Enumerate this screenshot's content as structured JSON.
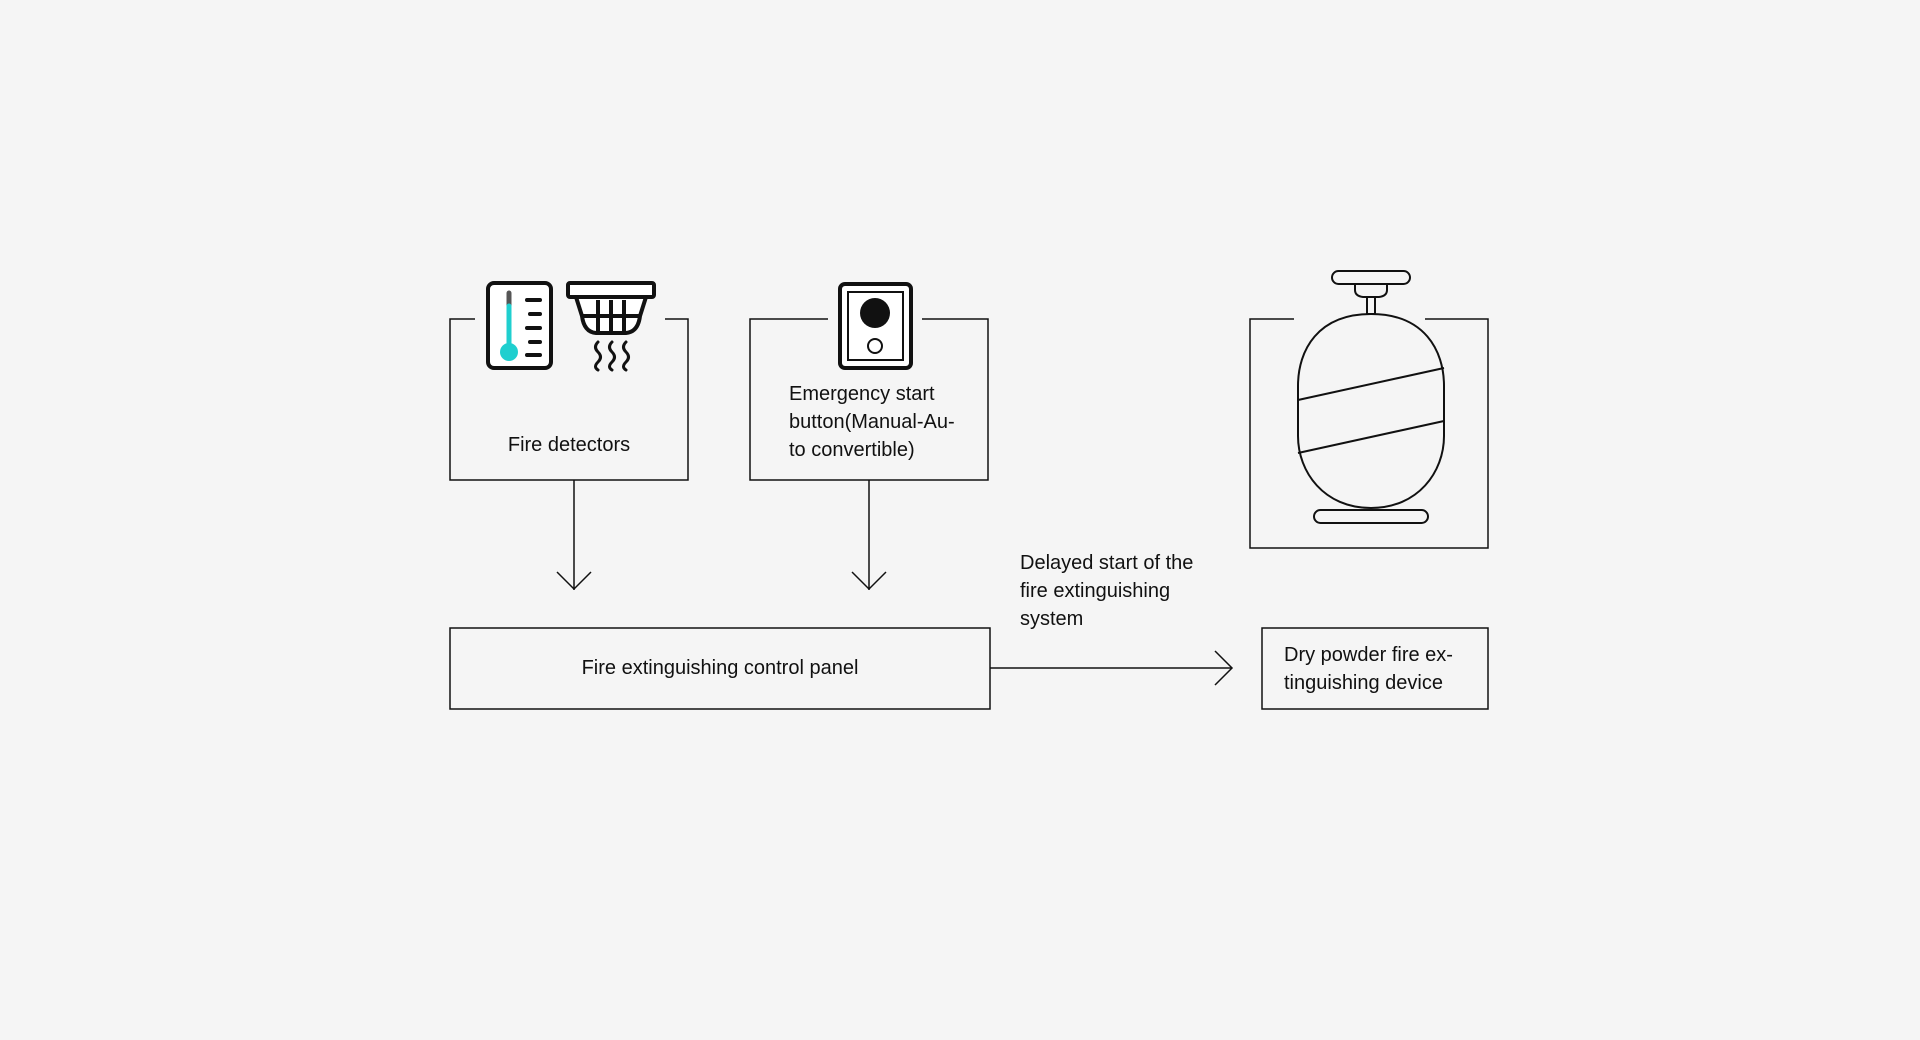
{
  "diagram": {
    "nodes": {
      "fire_detectors": {
        "label": "Fire detectors"
      },
      "emergency_button": {
        "label_lines": [
          "Emergency start",
          "button(Manual-Au-",
          "to convertible)"
        ]
      },
      "control_panel": {
        "label": "Fire extinguishing control panel"
      },
      "dry_powder_device": {
        "label_lines": [
          "Dry powder fire ex-",
          "tinguishing device"
        ]
      }
    },
    "edges": [
      {
        "from": "fire_detectors",
        "to": "control_panel",
        "label": ""
      },
      {
        "from": "emergency_button",
        "to": "control_panel",
        "label": ""
      },
      {
        "from": "control_panel",
        "to": "dry_powder_device",
        "label_lines": [
          "Delayed start of the",
          "fire extinguishing",
          "system"
        ]
      }
    ],
    "icons": [
      "thermometer-icon",
      "smoke-detector-icon",
      "emergency-button-icon",
      "powder-extinguisher-icon"
    ],
    "colors": {
      "line": "#111111",
      "accent": "#1fcfcf",
      "background": "#f5f5f5"
    }
  }
}
